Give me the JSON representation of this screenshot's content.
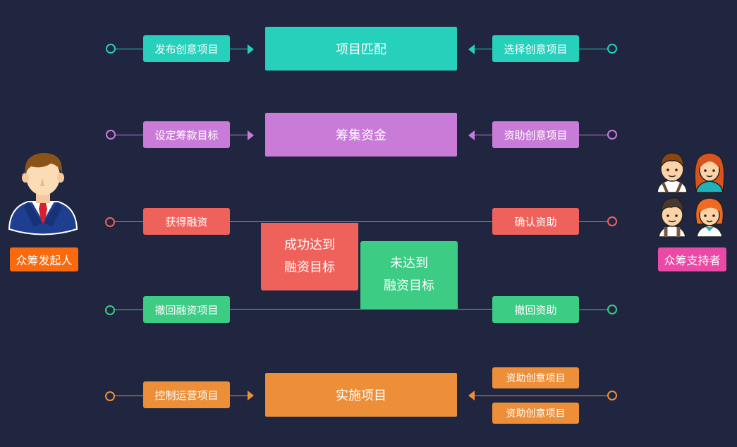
{
  "colors": {
    "background": "#202640",
    "teal": "#26d0bb",
    "purple": "#c97bd8",
    "coral": "#ef625c",
    "green": "#3ccc84",
    "orange": "#ec8f38",
    "initiator_badge": "#f96a0e",
    "supporter_badge": "#ea4aa5"
  },
  "roles": {
    "initiator": "众筹发起人",
    "supporter": "众筹支持者"
  },
  "rows": {
    "match": {
      "left": "发布创意项目",
      "stage": "项目匹配",
      "right": "选择创意项目"
    },
    "fund": {
      "left": "设定筹款目标",
      "stage": "筹集资金",
      "right": "资助创意项目"
    },
    "success": {
      "left": "获得融资",
      "right": "确认资助"
    },
    "fail": {
      "left": "撤回融资项目",
      "right": "撤回资助"
    },
    "run": {
      "left": "控制运营项目",
      "stage": "实施项目",
      "right_top": "资助创意项目",
      "right_bottom": "资助创意项目"
    }
  },
  "outcomes": {
    "success": {
      "line1": "成功达到",
      "line2": "融资目标"
    },
    "fail": {
      "line1": "未达到",
      "line2": "融资目标"
    }
  },
  "icons": {
    "initiator": "businessman-avatar-icon",
    "supporters": [
      "man-avatar-icon",
      "woman-avatar-icon",
      "boy-avatar-icon",
      "girl-avatar-icon"
    ]
  }
}
